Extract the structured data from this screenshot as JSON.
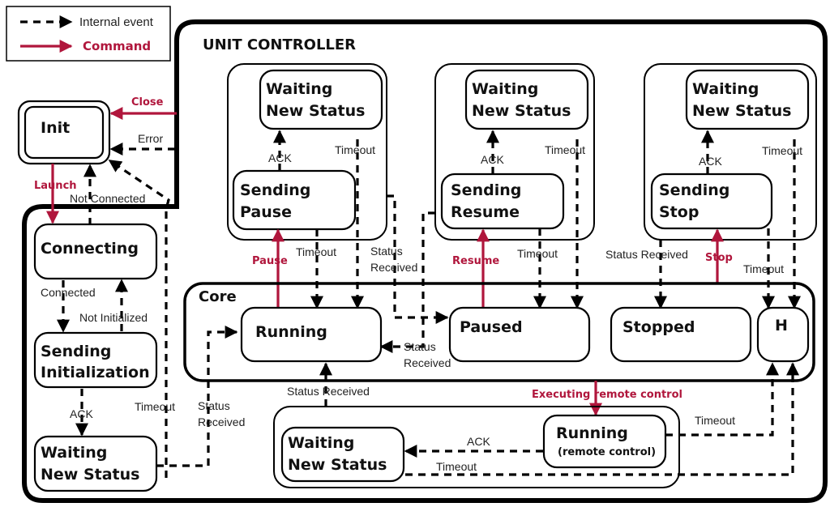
{
  "legend": {
    "internal_event": "Internal event",
    "command": "Command"
  },
  "colors": {
    "command": "#b0163c",
    "line": "#000000"
  },
  "container_title": "UNIT CONTROLLER",
  "core_title": "Core",
  "states": {
    "init": "Init",
    "connecting": "Connecting",
    "sending_init_1": "Sending",
    "sending_init_2": "Initialization",
    "waiting_1": "Waiting",
    "waiting_2": "New Status",
    "sending_pause_1": "Sending",
    "sending_pause_2": "Pause",
    "sending_resume_1": "Sending",
    "sending_resume_2": "Resume",
    "sending_stop_1": "Sending",
    "sending_stop_2": "Stop",
    "running": "Running",
    "paused": "Paused",
    "stopped": "Stopped",
    "history": "H",
    "running_rc_1": "Running",
    "running_rc_2": "(remote control)"
  },
  "events": {
    "error": "Error",
    "not_connected": "Not Connected",
    "connected": "Connected",
    "not_initialized": "Not Initialized",
    "ack": "ACK",
    "timeout": "Timeout",
    "status": "Status",
    "received": "Received",
    "status_received": "Status Received"
  },
  "commands": {
    "close": "Close",
    "launch": "Launch",
    "pause": "Pause",
    "resume": "Resume",
    "stop": "Stop",
    "executing_remote_control": "Executing remote control"
  }
}
